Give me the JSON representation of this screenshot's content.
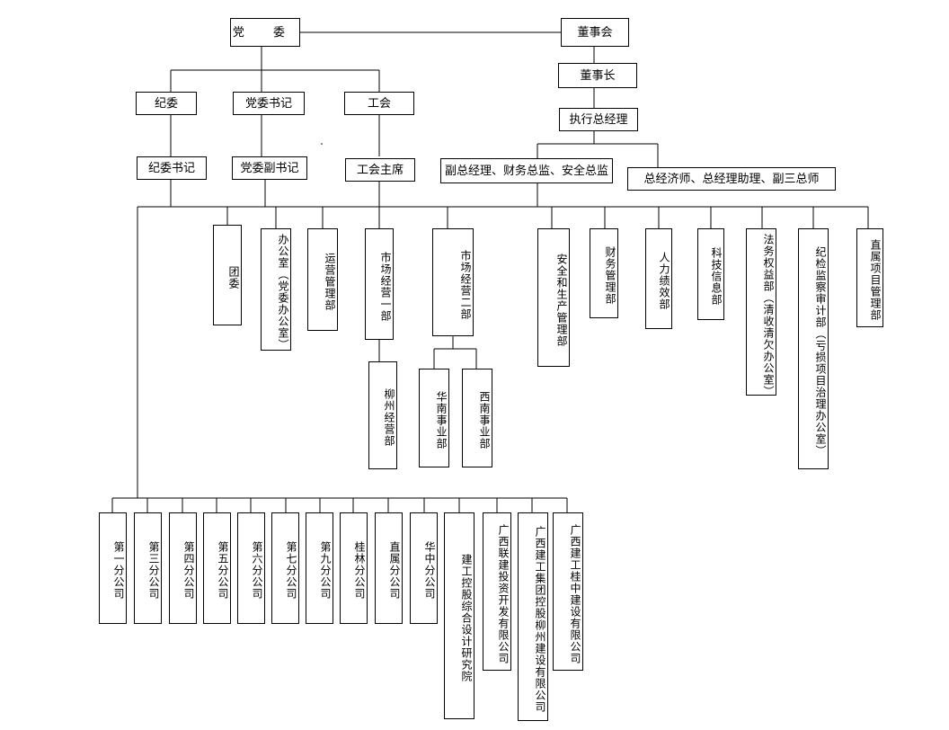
{
  "top": {
    "party": "党  委",
    "board": "董事会",
    "chairman": "董事长",
    "ceo": "执行总经理"
  },
  "party_branch": {
    "discipline": "纪委",
    "party_secretary": "党委书记",
    "union": "工会",
    "discipline_secretary": "纪委书记",
    "deputy_party_secretary": "党委副书记",
    "union_chair": "工会主席"
  },
  "executives": {
    "group_a": "副总经理、财务总监、安全总监",
    "group_b": "总经济师、总经理助理、副三总师"
  },
  "departments": [
    "团委",
    "办公室（党委办公室）",
    "运营管理部",
    "市场经营一部",
    "市场经营二部",
    "安全和生产管理部",
    "财务管理部",
    "人力绩效部",
    "科技信息部",
    "法务权益部（清收清欠办公室）",
    "纪检监察审计部（亏损项目治理办公室）",
    "直属项目管理部"
  ],
  "sub_departments": {
    "liuzhou": "柳州经营部",
    "huanan": "华南事业部",
    "xinan": "西南事业部"
  },
  "companies": [
    "第一分公司",
    "第三分公司",
    "第四分公司",
    "第五分公司",
    "第六分公司",
    "第七分公司",
    "第九分公司",
    "桂林分公司",
    "直属分公司",
    "华中分公司",
    "建工控股综合设计研究院",
    "广西联建投资开发有限公司",
    "广西建工集团控股柳州建设有限公司",
    "广西建工桂中建设有限公司"
  ]
}
